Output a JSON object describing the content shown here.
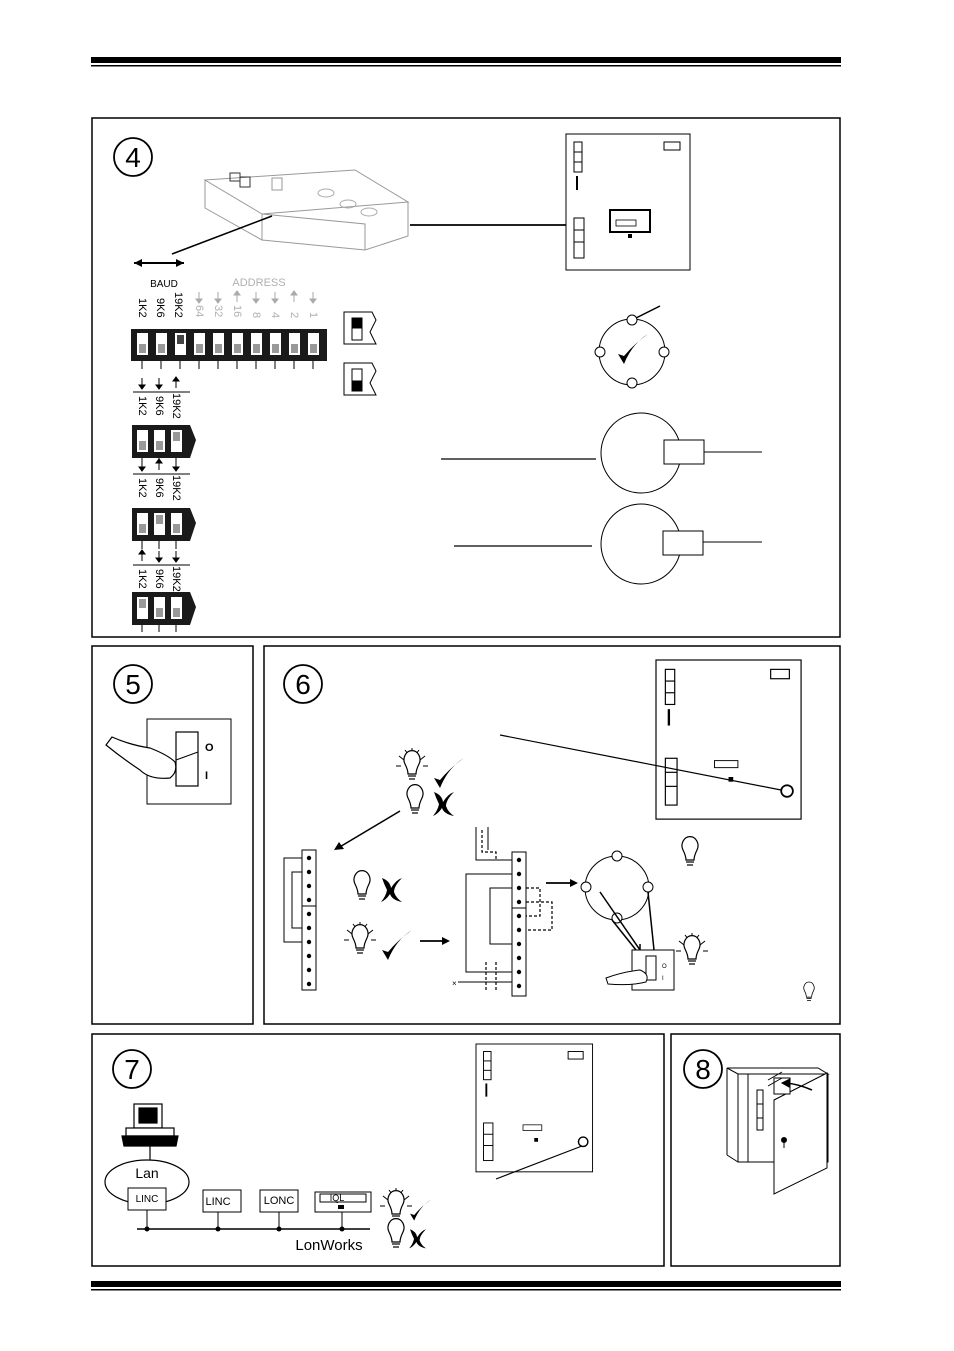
{
  "steps": {
    "s4": "4",
    "s5": "5",
    "s6": "6",
    "s7": "7",
    "s8": "8"
  },
  "dip": {
    "baud_title": "BAUD",
    "address_title": "ADDRESS",
    "baud_labels": [
      "1K2",
      "9K6",
      "19K2"
    ],
    "address_labels": [
      "64",
      "32",
      "16",
      "8",
      "4",
      "2",
      "1"
    ]
  },
  "switch": {
    "off": "O",
    "on": "I"
  },
  "network": {
    "lan": "Lan",
    "linc1": "LINC",
    "linc2": "LINC",
    "lonc": "LONC",
    "iql": "IQL",
    "bus": "LonWorks"
  },
  "colors": {
    "ink": "#000000",
    "faded": "#b0b0b0",
    "dark_switch": "#1a1a1a"
  }
}
